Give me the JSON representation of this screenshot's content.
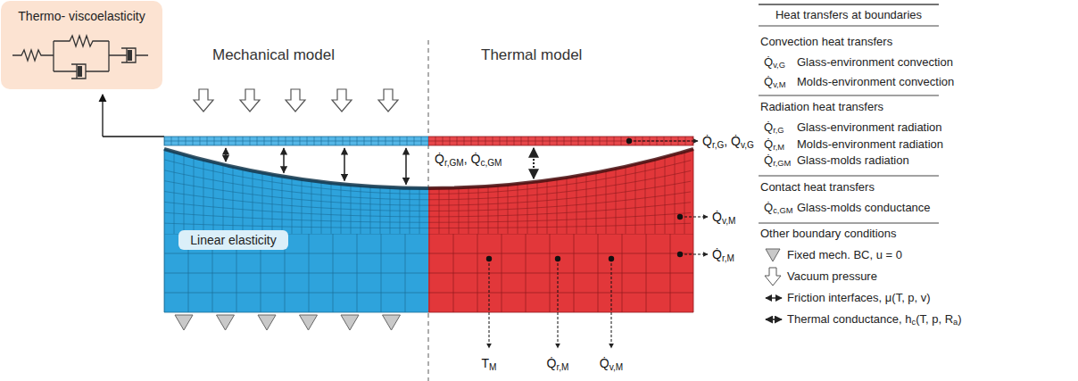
{
  "diagram": {
    "nodes": [
      {
        "text": [
          "Thermo- viscoelasticity"
        ]
      },
      {
        "text": [
          "Linear elasticity"
        ]
      }
    ],
    "labels": [
      "Mechanical model",
      "Thermal model",
      "Q̇r,GM, Q̇c,GM",
      "Q̇r,G, Q̇v,G",
      "Q̇v,M",
      "Q̇r,M",
      "TM",
      "Q̇r,M",
      "Q̇v,M",
      "Heat transfers at boundaries",
      "Convection heat transfers",
      "Q̇v,G",
      "Glass-environment convection",
      "Q̇v,M",
      "Molds-environment convection",
      "Radiation heat transfers",
      "Q̇r,G",
      "Glass-environment radiation",
      "Q̇r,M",
      "Molds-environment radiation",
      "Q̇r,GM",
      "Glass-molds radiation",
      "Contact heat transfers",
      "Q̇c,GM",
      "Glass-molds conductance",
      "Other boundary conditions"
    ],
    "legend": [
      {
        "text": "Fixed mech. BC, u = 0"
      },
      {
        "text": "Vacuum pressure"
      },
      {
        "text": "Friction interfaces, μ(T, p, v)"
      },
      {
        "text": "Thermal conductance, hc(T, p, Ra)"
      }
    ]
  }
}
